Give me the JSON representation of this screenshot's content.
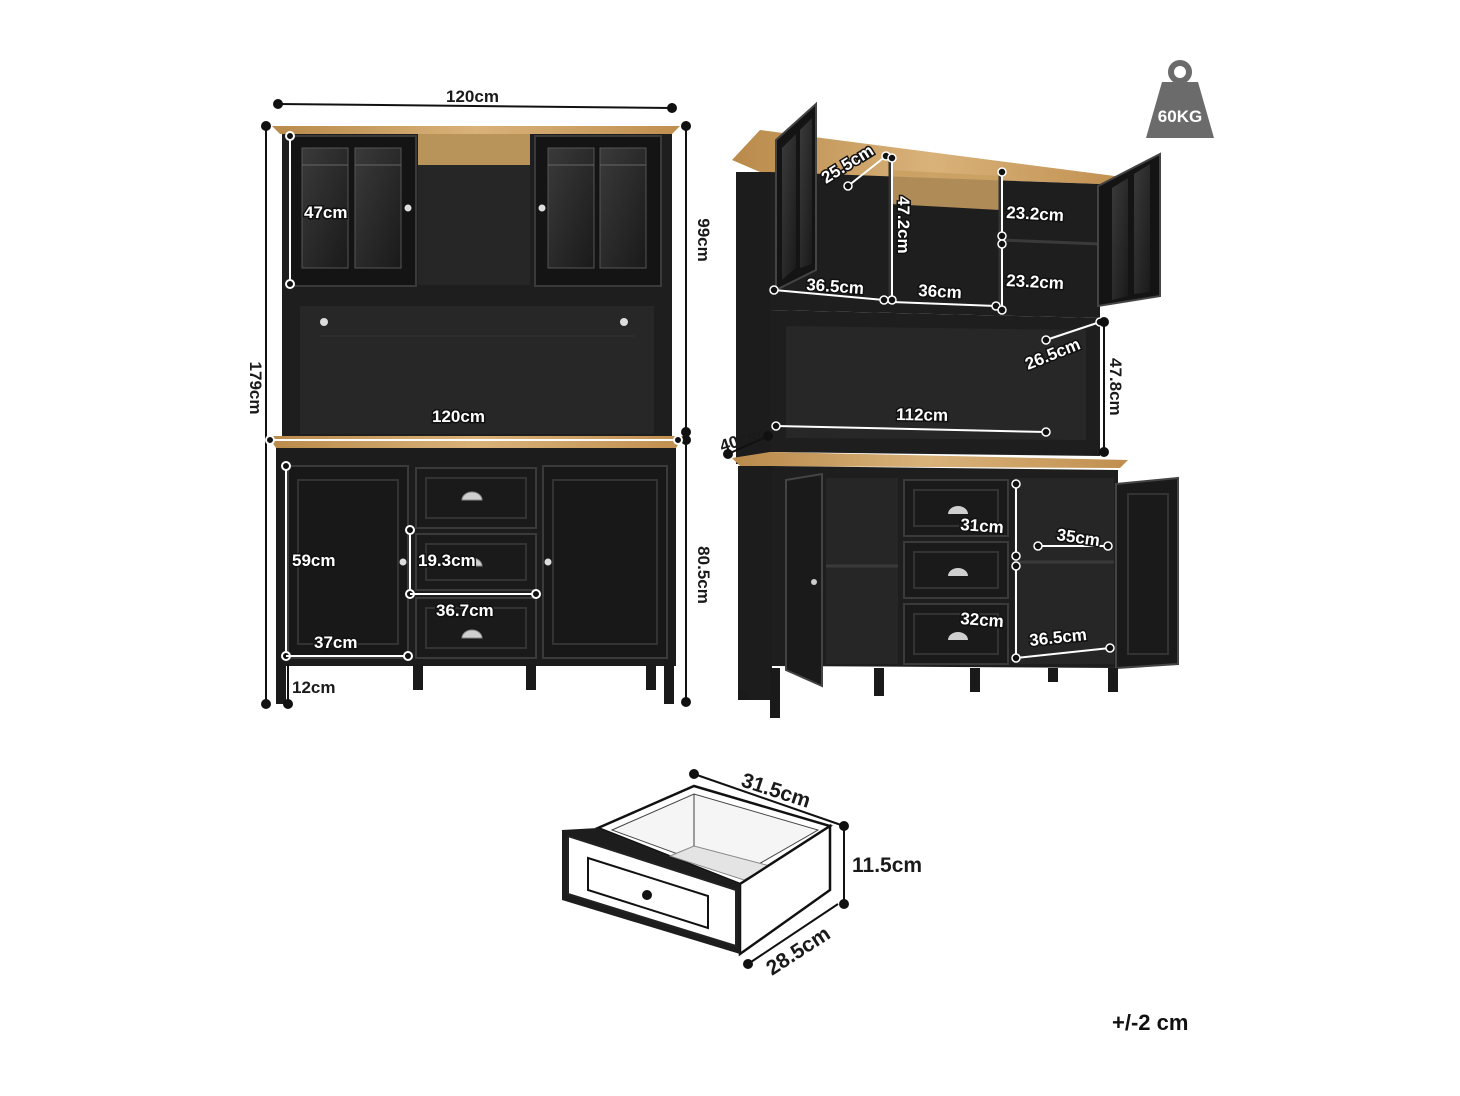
{
  "weight_badge": {
    "label": "60KG",
    "icon": "weight-icon"
  },
  "tolerance": "+/-2 cm",
  "front_view": {
    "total_width": "120cm",
    "total_height": "179cm",
    "upper_height": "99cm",
    "lower_height": "80.5cm",
    "glass_door_height": "47cm",
    "shelf_width": "120cm",
    "door_height": "59cm",
    "drawer_height": "19.3cm",
    "drawer_width": "36.7cm",
    "door_width": "37cm",
    "leg_height": "12cm"
  },
  "side_view": {
    "upper_shelf_depth": "25.5cm",
    "upper_inner_height": "47.2cm",
    "upper_compartment_width_left": "36.5cm",
    "upper_compartment_width_mid": "36cm",
    "upper_right_top_height": "23.2cm",
    "upper_right_bottom_height": "23.2cm",
    "hutch_depth": "26.5cm",
    "hutch_height": "47.8cm",
    "hutch_width": "112cm",
    "base_depth": "40cm",
    "drawer_depth": "31cm",
    "lower_shelf_depth": "35cm",
    "drawer_width_inner": "32cm",
    "lower_compartment_width": "36.5cm"
  },
  "drawer_view": {
    "depth": "31.5cm",
    "height": "11.5cm",
    "width": "28.5cm"
  },
  "colors": {
    "body": "#1c1c1c",
    "wood": "#c9a061",
    "badge": "#6b6b6b"
  }
}
